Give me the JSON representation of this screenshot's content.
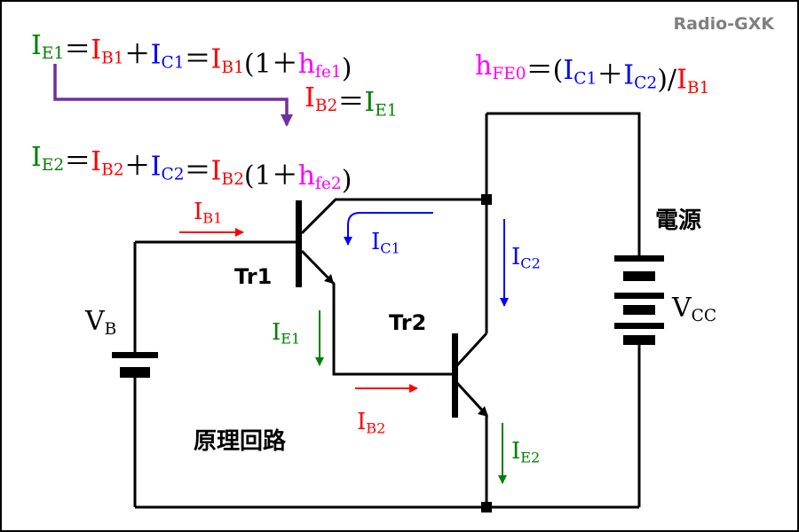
{
  "colors": {
    "black": "#000000",
    "red": "#ff0000",
    "blue": "#0000ff",
    "green": "#008000",
    "magenta": "#ff00ff",
    "purple": "#7030a0",
    "watermark": "#7f7f7f"
  },
  "watermark": "Radio-GXK",
  "equations": {
    "ie1": {
      "colors": [
        "green",
        "black",
        "red",
        "black",
        "blue",
        "black",
        "red",
        "black",
        "magenta",
        "black"
      ],
      "parts": [
        {
          "t": "I",
          "s": "E1"
        },
        {
          "t": "＝"
        },
        {
          "t": "I",
          "s": "B1"
        },
        {
          "t": "＋"
        },
        {
          "t": "I",
          "s": "C1"
        },
        {
          "t": "＝"
        },
        {
          "t": "I",
          "s": "B1"
        },
        {
          "t": "(1＋"
        },
        {
          "t": "h",
          "s": "fe1"
        },
        {
          "t": ")"
        }
      ]
    },
    "hfe0": {
      "colors": [
        "magenta",
        "black",
        "blue",
        "black",
        "blue",
        "black",
        "red"
      ],
      "parts": [
        {
          "t": "h",
          "s": "FE0"
        },
        {
          "t": "＝("
        },
        {
          "t": "I",
          "s": "C1"
        },
        {
          "t": "＋"
        },
        {
          "t": "I",
          "s": "C2"
        },
        {
          "t": ")/"
        },
        {
          "t": "I",
          "s": "B1"
        }
      ]
    },
    "ib2": {
      "colors": [
        "red",
        "black",
        "green"
      ],
      "parts": [
        {
          "t": "I",
          "s": "B2"
        },
        {
          "t": "＝"
        },
        {
          "t": "I",
          "s": "E1"
        }
      ]
    },
    "ie2": {
      "colors": [
        "green",
        "black",
        "red",
        "black",
        "blue",
        "black",
        "red",
        "black",
        "magenta",
        "black"
      ],
      "parts": [
        {
          "t": "I",
          "s": "E2"
        },
        {
          "t": "＝"
        },
        {
          "t": "I",
          "s": "B2"
        },
        {
          "t": "＋"
        },
        {
          "t": "I",
          "s": "C2"
        },
        {
          "t": "＝"
        },
        {
          "t": "I",
          "s": "B2"
        },
        {
          "t": "(1＋"
        },
        {
          "t": "h",
          "s": "fe2"
        },
        {
          "t": ")"
        }
      ]
    }
  },
  "labels": {
    "tr1": "Tr1",
    "tr2": "Tr2",
    "power_source": "電源",
    "circuit_title": "原理回路",
    "vb": {
      "t": "V",
      "s": "B"
    },
    "vcc": {
      "t": "V",
      "s": "CC"
    }
  },
  "currents": {
    "ib1": {
      "t": "I",
      "s": "B1",
      "color": "red"
    },
    "ic1": {
      "t": "I",
      "s": "C1",
      "color": "blue"
    },
    "ic2": {
      "t": "I",
      "s": "C2",
      "color": "blue"
    },
    "ie1": {
      "t": "I",
      "s": "E1",
      "color": "green"
    },
    "ib2": {
      "t": "I",
      "s": "B2",
      "color": "red"
    },
    "ie2": {
      "t": "I",
      "s": "E2",
      "color": "green"
    }
  }
}
